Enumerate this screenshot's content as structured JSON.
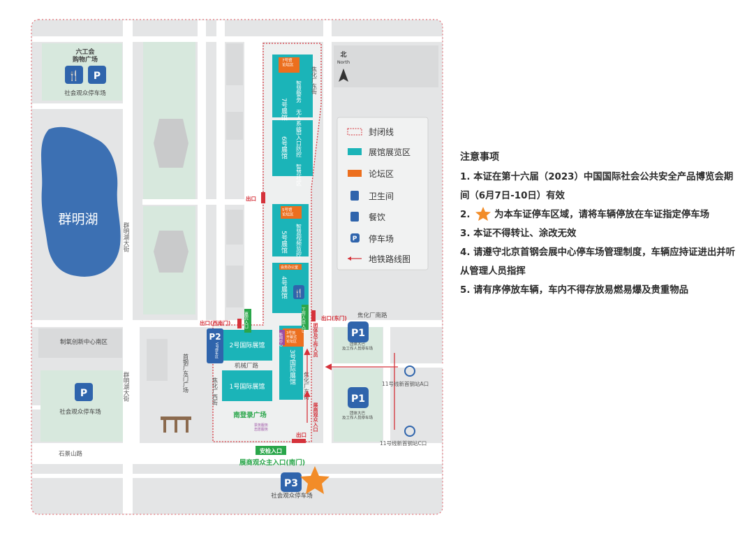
{
  "map": {
    "north": {
      "cn": "北",
      "en": "North"
    },
    "lake": "群明湖",
    "roads": {
      "qunminghu_avenue": "群明湖大街",
      "qunminghu_avenue_south": "群明湖大街",
      "jiaohuachang_south": "焦化厂南路",
      "jixie_road": "机械厂路",
      "shijingshan_road": "石景山路",
      "jiaohuachang_east": "焦化厂东街",
      "jiaohuachang_west": "焦化厂西街",
      "jiaohuachang_east_top": "焦化厂东街"
    },
    "areas": {
      "liugonghui": "六工会\n购物广场",
      "social_parking_top": "社会观众停车场",
      "social_parking_left": "社会观众停车场",
      "social_parking_bottom": "社会观众停车场",
      "zhiyang_south": "制氧创新中心南区",
      "shougang_square": "首钢厂东门广场",
      "south_plaza": "南登录广场",
      "service_label": "票务服务\n志愿服务",
      "group_parking": "团体大巴\n及工作人员停车场",
      "group_parking_2": "团体大巴\n及工作人员停车场"
    },
    "halls": {
      "h7": "7号展馆",
      "h7_sub": "智慧警务\n无人系统",
      "h7_forum": "7号馆\n论坛区",
      "h6": "6号展馆",
      "h6_sub": "出入口防控\n智慧社区",
      "h5": "5号展馆",
      "h5_sub": "智慧视频监控",
      "h5_forum": "5号馆\n论坛区",
      "h4": "4号展馆",
      "h4_tag": "会务办公室",
      "h3": "3号国际展馆",
      "h3_forum": "3号馆\n开幕式\n论坛区",
      "h3_tag": "新闻中心",
      "h2": "2号国际展馆",
      "h1": "1号国际展馆"
    },
    "entrances": {
      "exit_top": "出口",
      "exit_west": "出口(西南门)",
      "exit_east": "出口(东门)",
      "exit_south": "出口",
      "guest_entrance": "嘉宾入口",
      "staff_entrance": "工作人员入口",
      "group_entrance": "团体及工作人员",
      "security": "安检入口",
      "main_entrance": "展商观众主入口(南门)",
      "vertical_exhibitor": "展商观众入口"
    },
    "parking": {
      "p1a": "P1",
      "p1b": "P1",
      "p2": "P2",
      "p2_sub": "VIP停车区",
      "p3": "P3",
      "p_left": "P",
      "p_top": "P"
    },
    "metro": {
      "station_a": "11号线新首钢站A口",
      "station_c": "11号线新首钢站C口"
    },
    "legend": {
      "closed_line": "封闭线",
      "exhibit_area": "展馆展览区",
      "forum_area": "论坛区",
      "toilet": "卫生间",
      "dining": "餐饮",
      "parking": "停车场",
      "metro_route": "地铁路线图"
    },
    "colors": {
      "hall": "#1bb4b8",
      "forum": "#ec6f1e",
      "closed_line": "#d5323b",
      "parking_blue": "#2f64ac",
      "entrance_green": "#2aa64a",
      "star": "#f28c28",
      "road": "#ffffff",
      "block": "#e4e5e6",
      "lake": "#3c70b3",
      "park_green": "#d7e8dd"
    }
  },
  "notes": {
    "title": "注意事项",
    "items": [
      {
        "num": "1.",
        "text": "本证在第十六届（2023）中国国际社会公共安全产品博览会期间（6月7日-10日）有效"
      },
      {
        "num": "2.",
        "text": "为本车证停车区域，请将车辆停放在车证指定停车场"
      },
      {
        "num": "3.",
        "text": "本证不得转让、涂改无效"
      },
      {
        "num": "4.",
        "text": "请遵守北京首钢会展中心停车场管理制度，车辆应持证进出并听从管理人员指挥"
      },
      {
        "num": "5.",
        "text": "请有序停放车辆，车内不得存放易燃易爆及贵重物品"
      }
    ]
  }
}
